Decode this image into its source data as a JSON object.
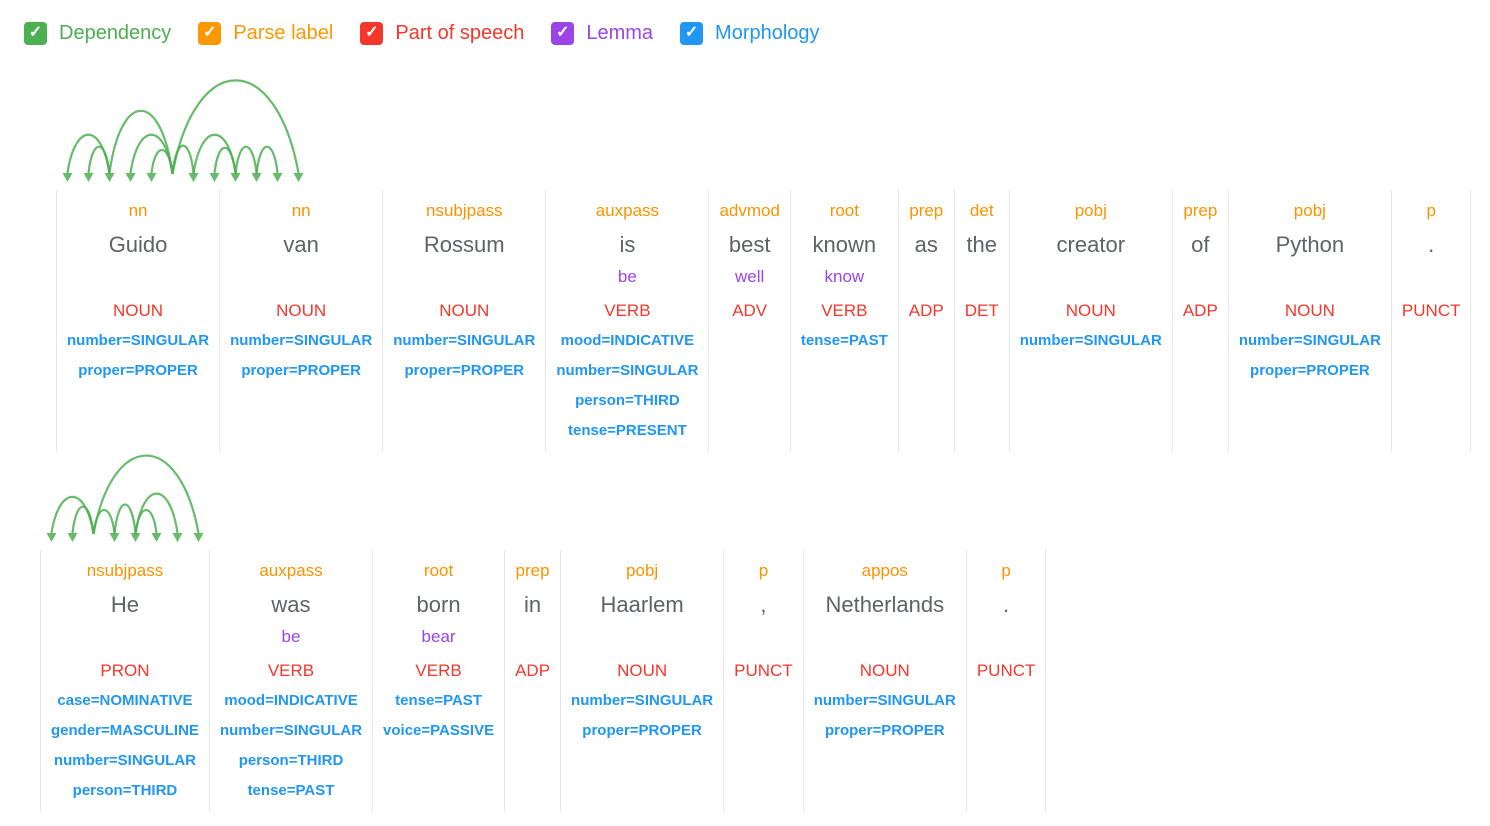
{
  "legend": {
    "check_icon": "✓",
    "items": [
      {
        "id": "dependency",
        "label": "Dependency",
        "color": "#4CAF50",
        "checked": true
      },
      {
        "id": "parse-label",
        "label": "Parse label",
        "color": "#FF9800",
        "checked": true
      },
      {
        "id": "part-of-speech",
        "label": "Part of speech",
        "color": "#F4372A",
        "checked": true
      },
      {
        "id": "lemma",
        "label": "Lemma",
        "color": "#9B45E8",
        "checked": true
      },
      {
        "id": "morphology",
        "label": "Morphology",
        "color": "#2196F3",
        "checked": true
      }
    ]
  },
  "colors": {
    "parse_label": "#FB9300",
    "word": "#5F6368",
    "lemma": "#9B45E8",
    "pos": "#F4372A",
    "morph": "#2196F3",
    "arc": "#4CAF50",
    "separator": "#E7E7E7"
  },
  "sentences": [
    {
      "text": "Guido van Rossum is best known as the creator of Python .",
      "arc_area_height": 112,
      "tokens": [
        {
          "parse_label": "nn",
          "word": "Guido",
          "lemma": "",
          "pos": "NOUN",
          "morph": [
            "number=SINGULAR",
            "proper=PROPER"
          ]
        },
        {
          "parse_label": "nn",
          "word": "van",
          "lemma": "",
          "pos": "NOUN",
          "morph": [
            "number=SINGULAR",
            "proper=PROPER"
          ]
        },
        {
          "parse_label": "nsubjpass",
          "word": "Rossum",
          "lemma": "",
          "pos": "NOUN",
          "morph": [
            "number=SINGULAR",
            "proper=PROPER"
          ]
        },
        {
          "parse_label": "auxpass",
          "word": "is",
          "lemma": "be",
          "pos": "VERB",
          "morph": [
            "mood=INDICATIVE",
            "number=SINGULAR",
            "person=THIRD",
            "tense=PRESENT"
          ]
        },
        {
          "parse_label": "advmod",
          "word": "best",
          "lemma": "well",
          "pos": "ADV",
          "morph": []
        },
        {
          "parse_label": "root",
          "word": "known",
          "lemma": "know",
          "pos": "VERB",
          "morph": [
            "tense=PAST"
          ]
        },
        {
          "parse_label": "prep",
          "word": "as",
          "lemma": "",
          "pos": "ADP",
          "morph": []
        },
        {
          "parse_label": "det",
          "word": "the",
          "lemma": "",
          "pos": "DET",
          "morph": []
        },
        {
          "parse_label": "pobj",
          "word": "creator",
          "lemma": "",
          "pos": "NOUN",
          "morph": [
            "number=SINGULAR"
          ]
        },
        {
          "parse_label": "prep",
          "word": "of",
          "lemma": "",
          "pos": "ADP",
          "morph": []
        },
        {
          "parse_label": "pobj",
          "word": "Python",
          "lemma": "",
          "pos": "NOUN",
          "morph": [
            "number=SINGULAR",
            "proper=PROPER"
          ]
        },
        {
          "parse_label": "p",
          "word": ".",
          "lemma": "",
          "pos": "PUNCT",
          "morph": []
        }
      ],
      "arcs": [
        {
          "from": 2,
          "to": 0,
          "height": 36
        },
        {
          "from": 2,
          "to": 1,
          "height": 25
        },
        {
          "from": 5,
          "to": 2,
          "height": 58
        },
        {
          "from": 5,
          "to": 3,
          "height": 36
        },
        {
          "from": 5,
          "to": 4,
          "height": 22
        },
        {
          "from": 5,
          "to": 6,
          "height": 26
        },
        {
          "from": 8,
          "to": 7,
          "height": 24
        },
        {
          "from": 6,
          "to": 8,
          "height": 36
        },
        {
          "from": 8,
          "to": 9,
          "height": 25
        },
        {
          "from": 9,
          "to": 10,
          "height": 25
        },
        {
          "from": 5,
          "to": 11,
          "height": 86
        }
      ]
    },
    {
      "text": "He was born in Haarlem , Netherlands .",
      "arc_area_height": 96,
      "tokens": [
        {
          "parse_label": "nsubjpass",
          "word": "He",
          "lemma": "",
          "pos": "PRON",
          "morph": [
            "case=NOMINATIVE",
            "gender=MASCULINE",
            "number=SINGULAR",
            "person=THIRD"
          ]
        },
        {
          "parse_label": "auxpass",
          "word": "was",
          "lemma": "be",
          "pos": "VERB",
          "morph": [
            "mood=INDICATIVE",
            "number=SINGULAR",
            "person=THIRD",
            "tense=PAST"
          ]
        },
        {
          "parse_label": "root",
          "word": "born",
          "lemma": "bear",
          "pos": "VERB",
          "morph": [
            "tense=PAST",
            "voice=PASSIVE"
          ]
        },
        {
          "parse_label": "prep",
          "word": "in",
          "lemma": "",
          "pos": "ADP",
          "morph": []
        },
        {
          "parse_label": "pobj",
          "word": "Haarlem",
          "lemma": "",
          "pos": "NOUN",
          "morph": [
            "number=SINGULAR",
            "proper=PROPER"
          ]
        },
        {
          "parse_label": "p",
          "word": ",",
          "lemma": "",
          "pos": "PUNCT",
          "morph": []
        },
        {
          "parse_label": "appos",
          "word": "Netherlands",
          "lemma": "",
          "pos": "NOUN",
          "morph": [
            "number=SINGULAR",
            "proper=PROPER"
          ]
        },
        {
          "parse_label": "p",
          "word": ".",
          "lemma": "",
          "pos": "PUNCT",
          "morph": []
        }
      ],
      "arcs": [
        {
          "from": 2,
          "to": 0,
          "height": 34
        },
        {
          "from": 2,
          "to": 1,
          "height": 25
        },
        {
          "from": 2,
          "to": 3,
          "height": 22
        },
        {
          "from": 3,
          "to": 4,
          "height": 27
        },
        {
          "from": 4,
          "to": 5,
          "height": 22
        },
        {
          "from": 4,
          "to": 6,
          "height": 37
        },
        {
          "from": 2,
          "to": 7,
          "height": 72
        }
      ]
    }
  ]
}
